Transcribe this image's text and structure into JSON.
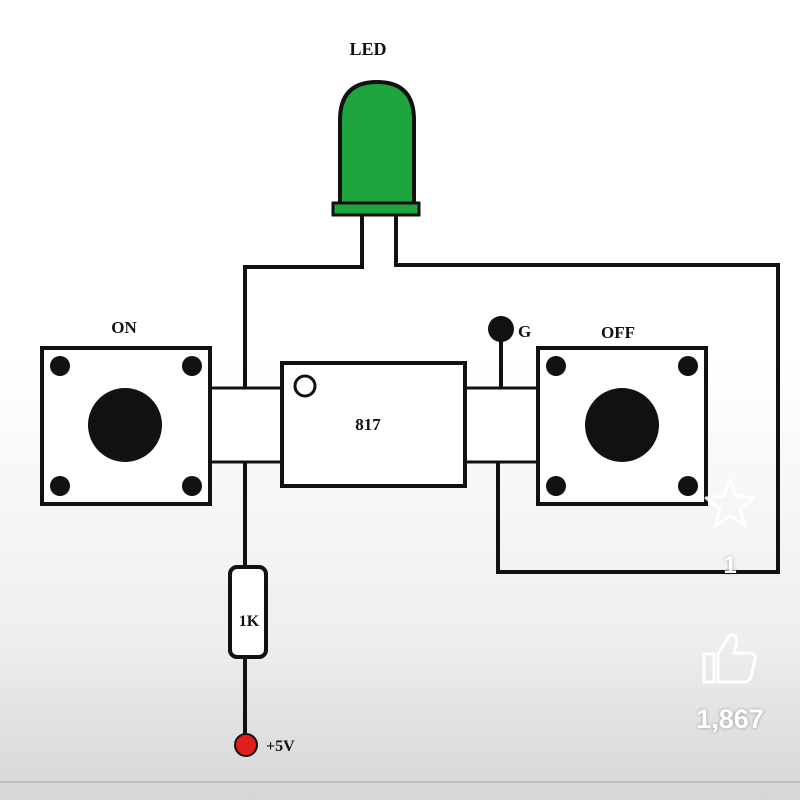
{
  "labels": {
    "led": "LED",
    "on": "ON",
    "off": "OFF",
    "chip": "817",
    "ground": "G",
    "resistor": "1K",
    "supply": "+5V"
  },
  "overlay": {
    "share_count": "1",
    "like_count": "1,867",
    "share_icon": "sparkle-icon",
    "like_icon": "thumbs-up-icon"
  },
  "colors": {
    "led_fill": "#1fa53d",
    "supply_dot": "#e01e1e",
    "wire": "#111111"
  }
}
